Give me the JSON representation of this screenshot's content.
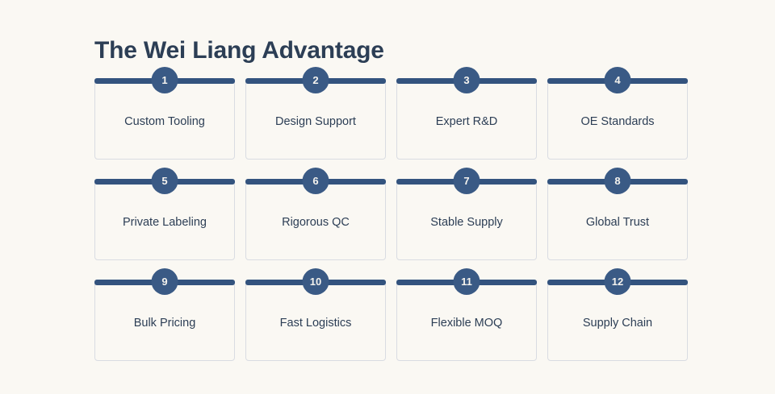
{
  "header": {
    "title": "The Wei Liang Advantage"
  },
  "colors": {
    "background": "#faf8f3",
    "bar": "#33537e",
    "badge": "#3a5a85",
    "badge_text": "#f5f3ee",
    "text": "#2c3e55",
    "card_border": "#d9dce2"
  },
  "grid": {
    "columns": 4,
    "rows": 3,
    "cards": [
      {
        "number": "1",
        "label": "Custom Tooling"
      },
      {
        "number": "2",
        "label": "Design Support"
      },
      {
        "number": "3",
        "label": "Expert R&D"
      },
      {
        "number": "4",
        "label": "OE Standards"
      },
      {
        "number": "5",
        "label": "Private Labeling"
      },
      {
        "number": "6",
        "label": "Rigorous QC"
      },
      {
        "number": "7",
        "label": "Stable Supply"
      },
      {
        "number": "8",
        "label": "Global Trust"
      },
      {
        "number": "9",
        "label": "Bulk Pricing"
      },
      {
        "number": "10",
        "label": "Fast Logistics"
      },
      {
        "number": "11",
        "label": "Flexible MOQ"
      },
      {
        "number": "12",
        "label": "Supply Chain"
      }
    ]
  }
}
